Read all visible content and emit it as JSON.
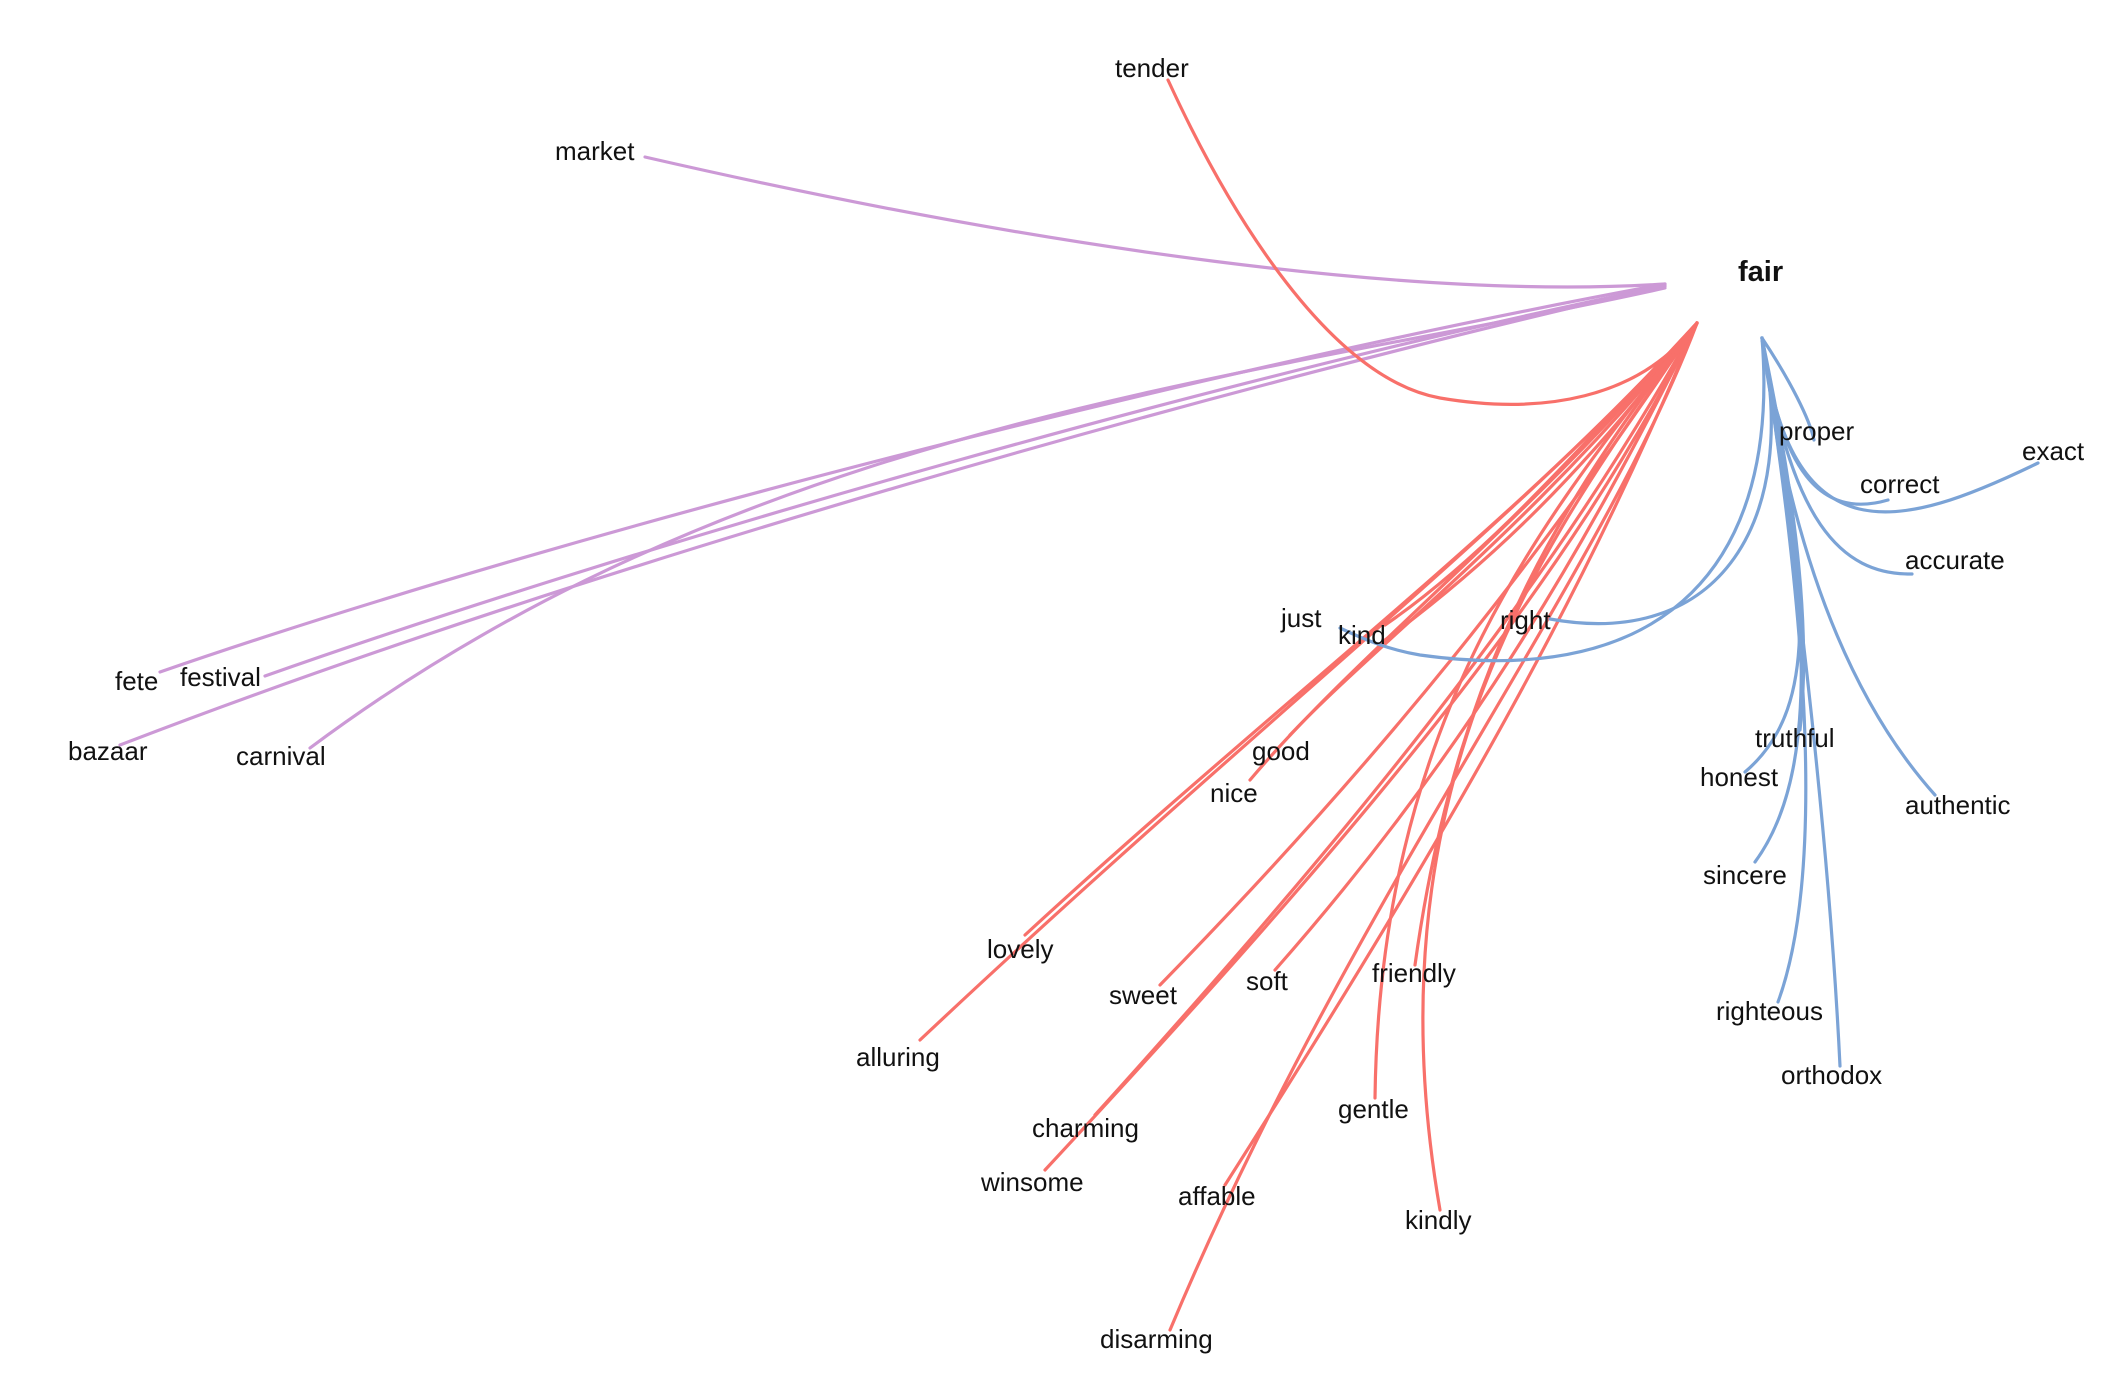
{
  "center_word": {
    "label": "fair",
    "color": "#0000ff"
  },
  "colors": {
    "market_sense": "#cc99d6",
    "pleasant_sense": "#f8706a",
    "just_sense": "#7ba3d6",
    "label_text": "#111111",
    "background": "#ffffff"
  },
  "market_sense_words": [
    "market",
    "fete",
    "festival",
    "bazaar",
    "carnival"
  ],
  "pleasant_sense_words": [
    "tender",
    "just",
    "kind",
    "good",
    "nice",
    "lovely",
    "alluring",
    "sweet",
    "charming",
    "winsome",
    "soft",
    "affable",
    "disarming",
    "friendly",
    "gentle",
    "kindly"
  ],
  "just_sense_words": [
    "right",
    "proper",
    "exact",
    "correct",
    "accurate",
    "truthful",
    "honest",
    "authentic",
    "sincere",
    "righteous",
    "orthodox"
  ]
}
